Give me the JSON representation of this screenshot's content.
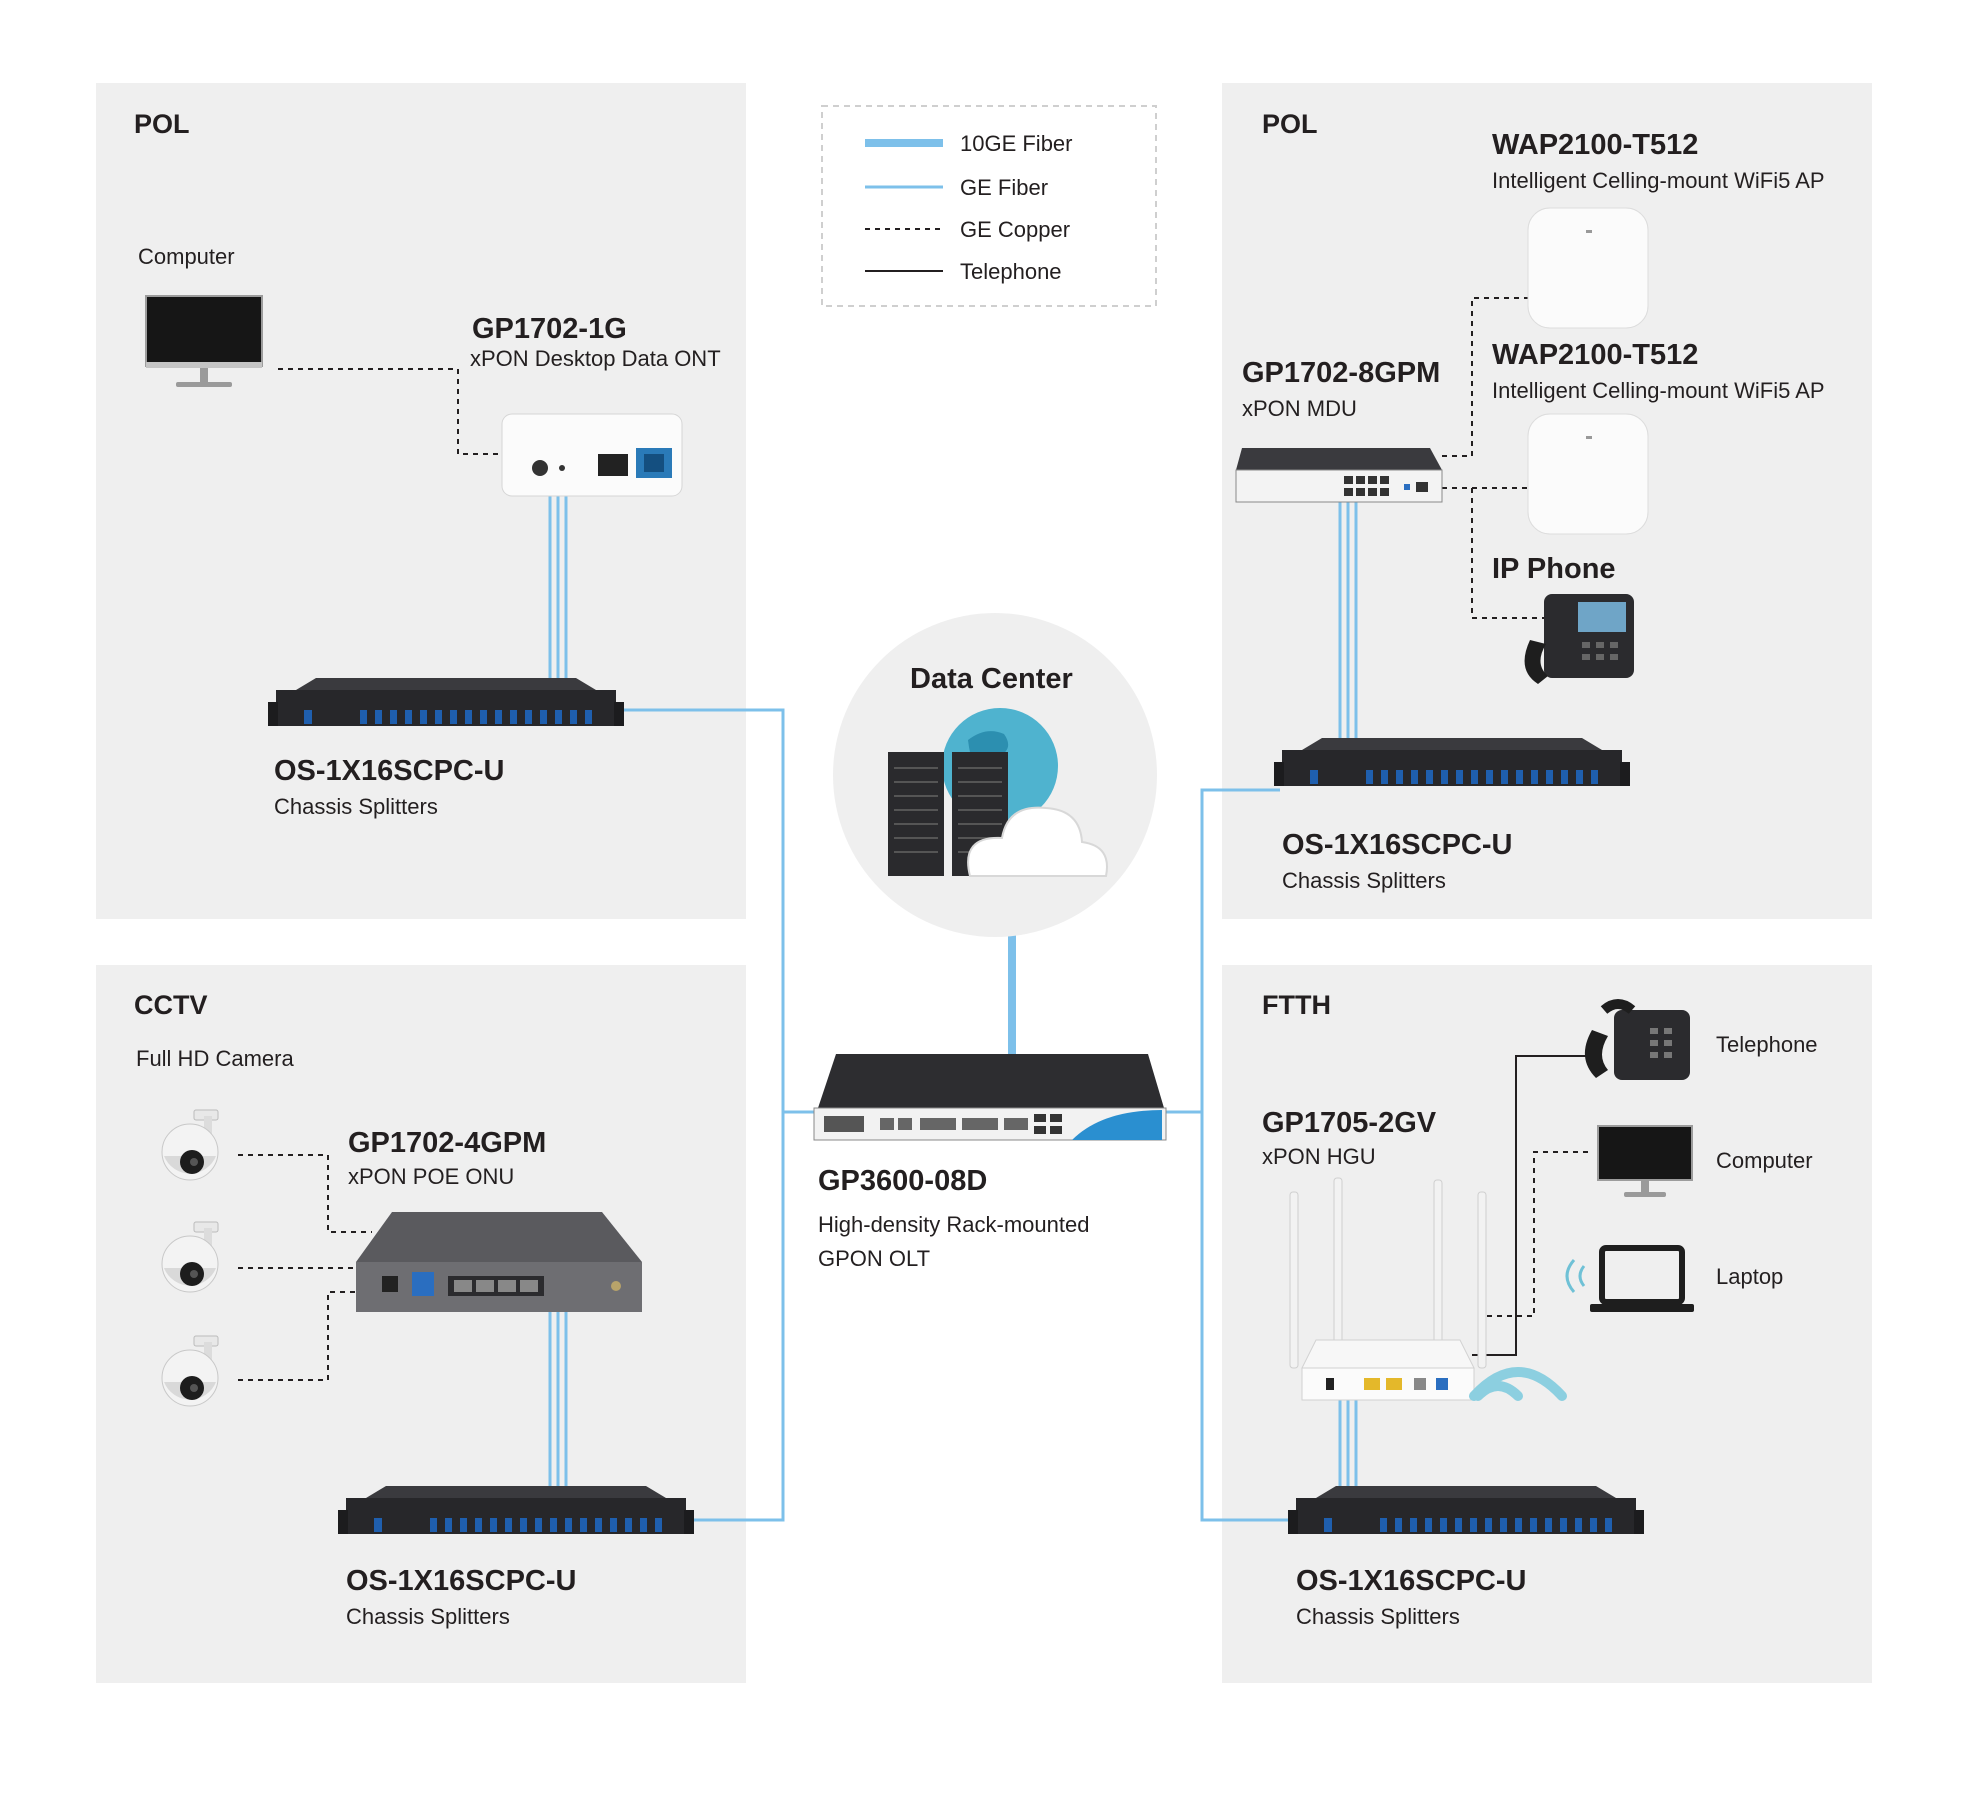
{
  "sections": {
    "pol_left": {
      "label": "POL"
    },
    "pol_right": {
      "label": "POL"
    },
    "cctv": {
      "label": "CCTV"
    },
    "ftth": {
      "label": "FTTH"
    }
  },
  "legend": [
    {
      "label": "10GE Fiber",
      "style": "thick-blue"
    },
    {
      "label": "GE Fiber",
      "style": "thin-blue"
    },
    {
      "label": "GE Copper",
      "style": "dashed-black"
    },
    {
      "label": "Telephone",
      "style": "solid-black"
    }
  ],
  "data_center": {
    "label": "Data Center"
  },
  "olt": {
    "model": "GP3600-08D",
    "desc_line1": "High-density Rack-mounted",
    "desc_line2": "GPON OLT"
  },
  "pol_left": {
    "computer_label": "Computer",
    "ont_model": "GP1702-1G",
    "ont_desc": "xPON Desktop Data ONT",
    "splitter_model": "OS-1X16SCPC-U",
    "splitter_desc": "Chassis  Splitters"
  },
  "pol_right": {
    "ap1_model": "WAP2100-T512",
    "ap1_desc": "Intelligent Celling-mount WiFi5 AP",
    "ap2_model": "WAP2100-T512",
    "ap2_desc": "Intelligent Celling-mount WiFi5 AP",
    "mdu_model": "GP1702-8GPM",
    "mdu_desc": "xPON  MDU",
    "phone_label": "IP Phone",
    "splitter_model": "OS-1X16SCPC-U",
    "splitter_desc": "Chassis  Splitters"
  },
  "cctv": {
    "camera_label": "Full HD Camera",
    "onu_model": "GP1702-4GPM",
    "onu_desc": "xPON POE ONU",
    "splitter_model": "OS-1X16SCPC-U",
    "splitter_desc": "Chassis  Splitters"
  },
  "ftth": {
    "hgu_model": "GP1705-2GV",
    "hgu_desc": "xPON HGU",
    "telephone_label": "Telephone",
    "computer_label": "Computer",
    "laptop_label": "Laptop",
    "splitter_model": "OS-1X16SCPC-U",
    "splitter_desc": "Chassis  Splitters"
  },
  "colors": {
    "panel": "#efefef",
    "fiber": "#7dc0ea",
    "copper": "#231f20",
    "device_dark": "#2b2b2e",
    "port_blue": "#1f5fae",
    "globe": "#4fb3cf"
  }
}
